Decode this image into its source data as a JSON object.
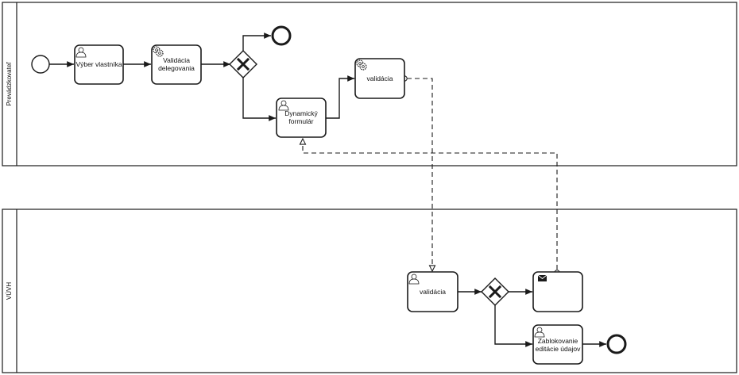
{
  "pools": [
    {
      "id": "pool-prevadzkovatel",
      "label": "Prevádzkovateľ"
    },
    {
      "id": "pool-vuvh",
      "label": "VÚVH"
    }
  ],
  "tasks": {
    "vyber_vlastnika": {
      "type": "user",
      "lines": [
        "Výber vlastníka"
      ]
    },
    "validacia_delegovania": {
      "type": "service",
      "lines": [
        "Validácia",
        "delegovania"
      ]
    },
    "dynamicky_formular": {
      "type": "manual",
      "lines": [
        "Dynamický",
        "formulár"
      ]
    },
    "validacia_service": {
      "type": "service",
      "lines": [
        "validácia"
      ]
    },
    "validacia_user": {
      "type": "user",
      "lines": [
        "validácia"
      ]
    },
    "send_message": {
      "type": "send",
      "lines": []
    },
    "zablokovanie": {
      "type": "user",
      "lines": [
        "Zablokovanie",
        "editácie údajov"
      ]
    }
  },
  "events": {
    "start": "start-event",
    "end_top": "end-event",
    "end_bottom": "end-event"
  },
  "gateways": {
    "gw_top": "exclusive-gateway",
    "gw_bottom": "exclusive-gateway"
  },
  "colors": {
    "stroke": "#1a1a1a",
    "fill": "#ffffff"
  }
}
